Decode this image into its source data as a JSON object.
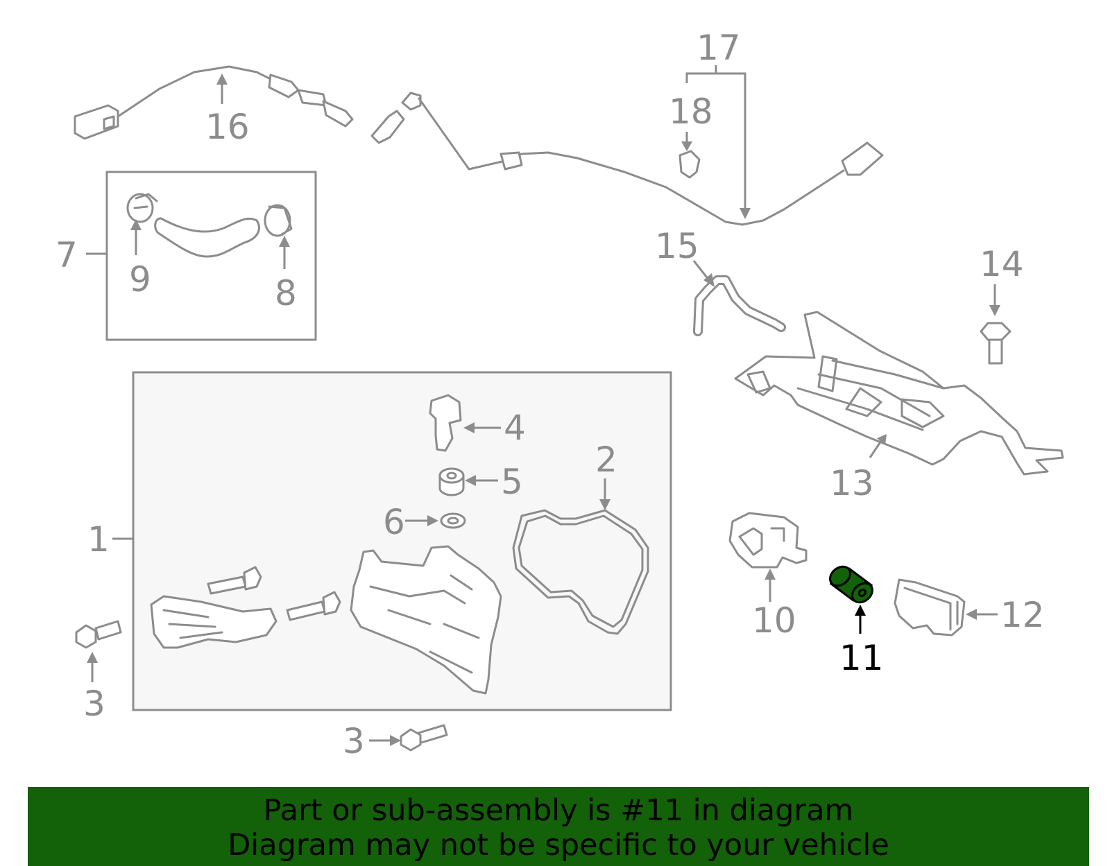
{
  "callouts": {
    "c1": "1",
    "c2": "2",
    "c3a": "3",
    "c3b": "3",
    "c4": "4",
    "c5": "5",
    "c6": "6",
    "c7": "7",
    "c8": "8",
    "c9": "9",
    "c10": "10",
    "c11": "11",
    "c12": "12",
    "c13": "13",
    "c14": "14",
    "c15": "15",
    "c16": "16",
    "c17": "17",
    "c18": "18"
  },
  "highlight": {
    "part": "11",
    "color": "#136108"
  },
  "banner": {
    "line1": "Part or sub-assembly is #11 in diagram",
    "line2": "Diagram may not be specific to your vehicle",
    "background": "#136108"
  },
  "colors": {
    "line": "#8c8c8c",
    "active_label": "#000000"
  }
}
